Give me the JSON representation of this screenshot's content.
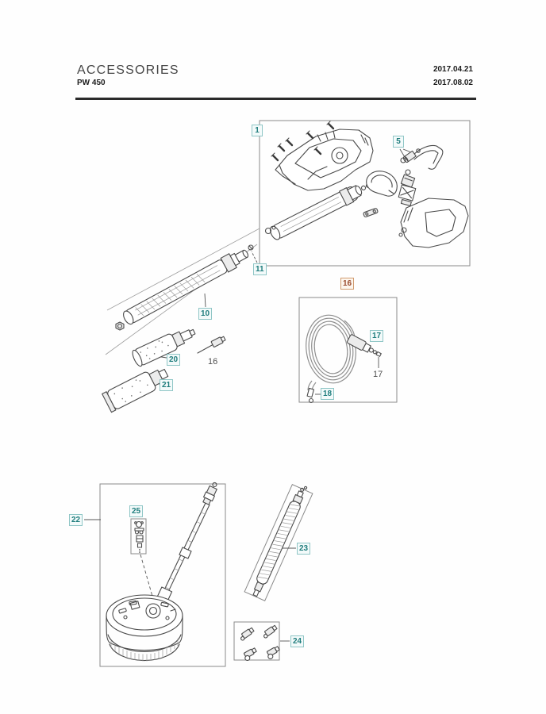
{
  "header": {
    "title": "ACCESSORIES",
    "model": "PW 450",
    "date_top": "2017.04.21",
    "date_bottom": "2017.08.02"
  },
  "callouts": {
    "box1": "1",
    "part5": "5",
    "part10": "10",
    "part11": "11",
    "part16_plain": "16",
    "box16_selected": "16",
    "part17": "17",
    "part17_plain": "17",
    "part18": "18",
    "part20": "20",
    "part21": "21",
    "box22": "22",
    "part23": "23",
    "part24": "24",
    "part25": "25"
  },
  "colors": {
    "callout-text": "#1f7d7d",
    "callout-border": "#8fc6c6",
    "callout-bg": "#f3fafa",
    "selected-text": "#9a4a2c",
    "selected-border": "#d09a6e",
    "selected-bg": "#fdf6ee",
    "ink": "#4a4a4a"
  }
}
